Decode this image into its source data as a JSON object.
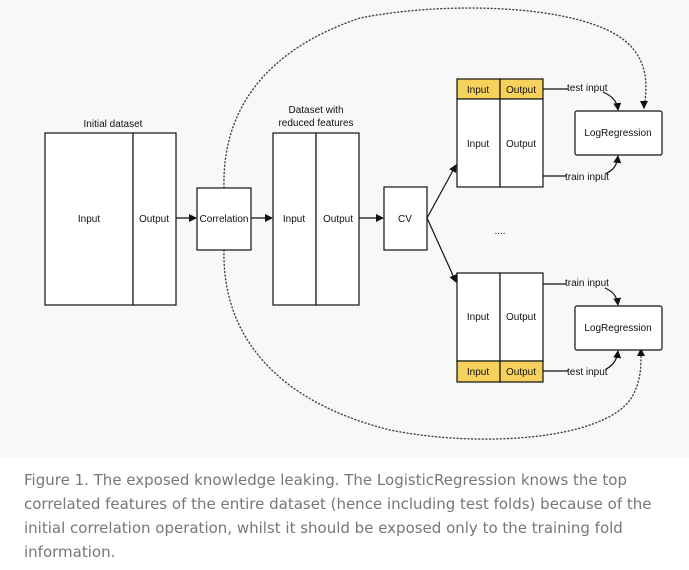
{
  "diagram": {
    "initial_title": "Initial dataset",
    "reduced_title_line1": "Dataset with",
    "reduced_title_line2": "reduced features",
    "input": "Input",
    "output": "Output",
    "correlation": "Correlation",
    "cv": "CV",
    "ellipsis": "....",
    "log_regression": "LogRegression",
    "test_input": "test input",
    "train_input": "train input",
    "colors": {
      "fold_highlight": "#f6d25c",
      "background": "#f8f8f8"
    }
  },
  "caption": "Figure 1. The exposed knowledge leaking. The LogisticRegression knows the top correlated features of the entire dataset (hence including test folds) because of the initial correlation operation, whilst it should be exposed only to the training fold information."
}
